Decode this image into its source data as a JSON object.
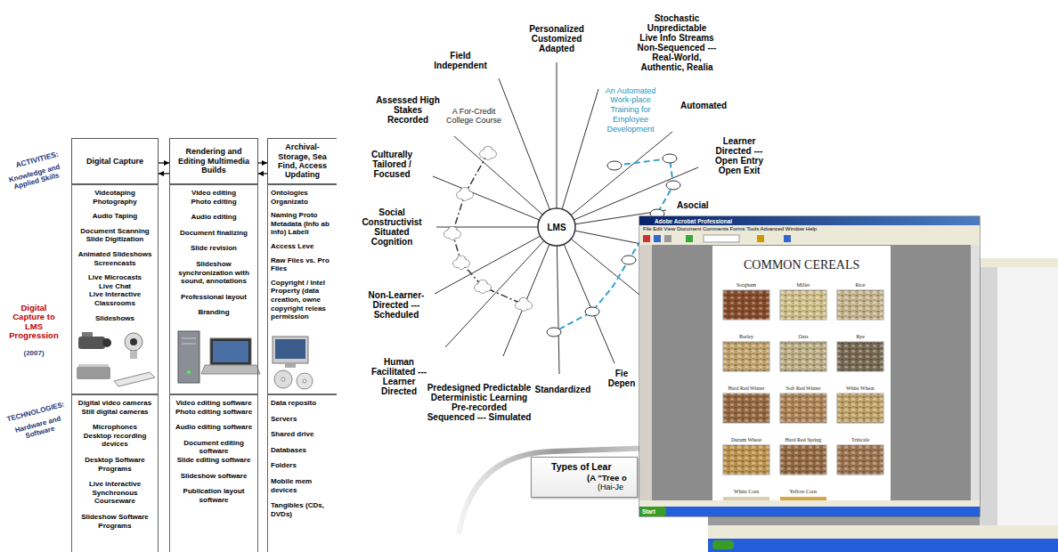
{
  "diagram": {
    "nodes": [
      {
        "text": [
          "Digital Capture"
        ]
      },
      {
        "text": [
          "Rendering and Editing Multimedia Builds"
        ]
      },
      {
        "text": [
          "Archival- Storage, Sea Find, Access Updating"
        ]
      },
      {
        "text": [
          "Videotaping",
          "Photography",
          "Audio Taping",
          "Document Scanning",
          "Slide Digitization",
          "Animated Slideshows",
          "Screencasts",
          "Live Microcasts",
          "Live Chat",
          "Live Interactive Classrooms",
          "Slideshows"
        ]
      },
      {
        "text": [
          "Video editing",
          "Photo editing",
          "Audio editing",
          "Document finalizing",
          "Slide revision",
          "Slideshow synchronization with sound, annotations",
          "Professional layout",
          "Branding"
        ]
      },
      {
        "text": [
          "Ontologies",
          "Organizato",
          "Naming Proto",
          "Metadata (Info ab",
          "info) Labeli",
          "Access Leve",
          "Raw Files vs. Pro",
          "Files",
          "Copyright / Intel",
          "Property (data",
          "creation, owne",
          "copyright releas",
          "permission"
        ]
      },
      {
        "text": [
          "Digital video cameras",
          "Still digital cameras",
          "Microphones",
          "Desktop recording devices",
          "Desktop Software Programs",
          "Live interactive Synchronous Courseware",
          "Slideshow Software Programs"
        ]
      },
      {
        "text": [
          "Video editing software",
          "Photo editing software",
          "Audio editing software",
          "Document editing software",
          "Slide editing software",
          "Slideshow software",
          "Publication layout software"
        ]
      },
      {
        "text": [
          "Data reposito",
          "Servers",
          "Shared drive",
          "Databases",
          "Folders",
          "Mobile mem",
          "devices",
          "Tangibles (CDs,",
          "DVDs)"
        ]
      },
      {
        "text": [
          "LMS"
        ]
      },
      {
        "text": [
          "Types of Lear",
          "(A \"Tree o",
          "(Hai-Je"
        ]
      }
    ],
    "edges": [
      {
        "from": 0,
        "to": 1,
        "arrow": "to"
      },
      {
        "from": 1,
        "to": 0,
        "arrow": "to"
      },
      {
        "from": 1,
        "to": 2,
        "arrow": "to"
      },
      {
        "from": 2,
        "to": 1,
        "arrow": "to"
      }
    ],
    "labels": [
      "ACTIVITIES:",
      "Knowledge and Applied Skills",
      "Digital Capture to LMS Progression",
      "(2007)",
      "TECHNOLOGIES:",
      "Hardware and Software",
      "Personalized Customized Adapted",
      "Stochastic Unpredictable Live Info Streams Non-Sequenced --- Real-World, Authentic, Realia",
      "Field Independent",
      "Assessed High Stakes Recorded",
      "A For-Credit College Course",
      "An Automated Work-place Training for Employee Development",
      "Automated",
      "Learner Directed --- Open Entry Open Exit",
      "Asocial",
      "Culturally Tailored / Focused",
      "Social Constructivist Situated Cognition",
      "Non-Learner-Directed --- Scheduled",
      "Human Facilitated --- Learner Directed",
      "Predesigned Predictable Deterministic Learning Pre-recorded Sequenced --- Simulated",
      "Standardized",
      "Fie Depen",
      "Adobe Acrobat Professional",
      "File Edit View Document Comments Forms Tools Advanced Window Help",
      "COMMON CEREALS",
      "Sorghum",
      "Millet",
      "Rice",
      "Barley",
      "Oats",
      "Rye",
      "Hard Red Winter",
      "Soft Red Winter",
      "White Wheat",
      "Durum Wheat",
      "Hard Red Spring",
      "Triticale",
      "White Corn",
      "Yellow Corn",
      "Start"
    ]
  }
}
